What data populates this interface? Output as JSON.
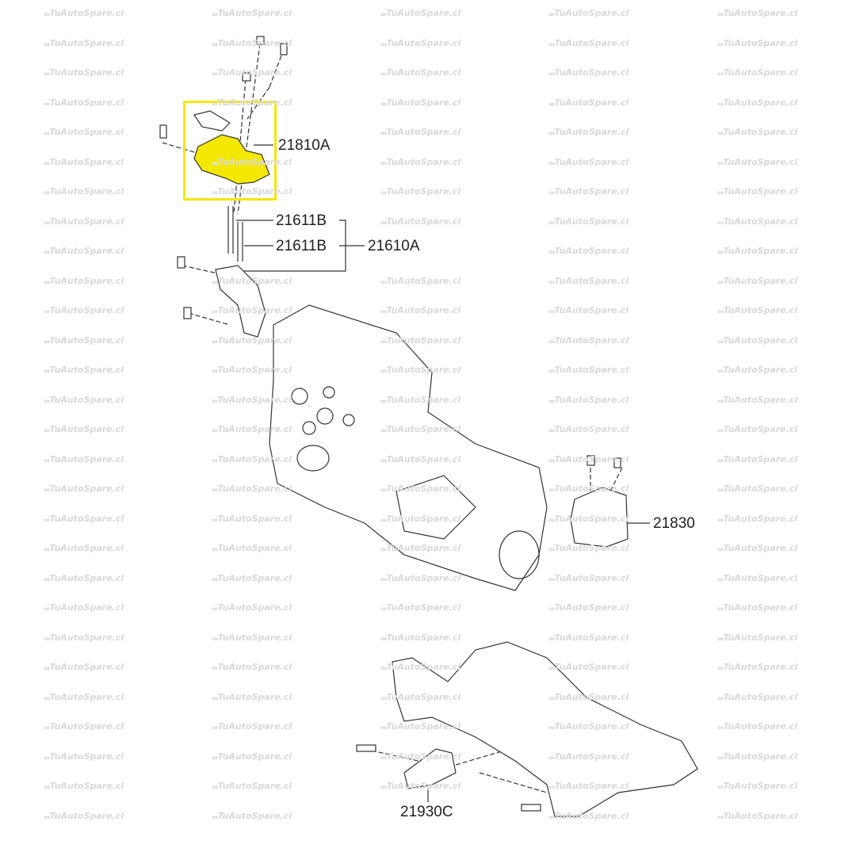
{
  "watermark": {
    "text": "TuAutoSpare.cl"
  },
  "highlight_color": "#f5e800",
  "part_color": "#f5e800",
  "labels": {
    "engine_mount": "21810A",
    "bolt_upper": "21611B",
    "bolt_lower": "21611B",
    "bracket": "21610A",
    "trans_mount": "21830",
    "roll_rod": "21930C"
  }
}
